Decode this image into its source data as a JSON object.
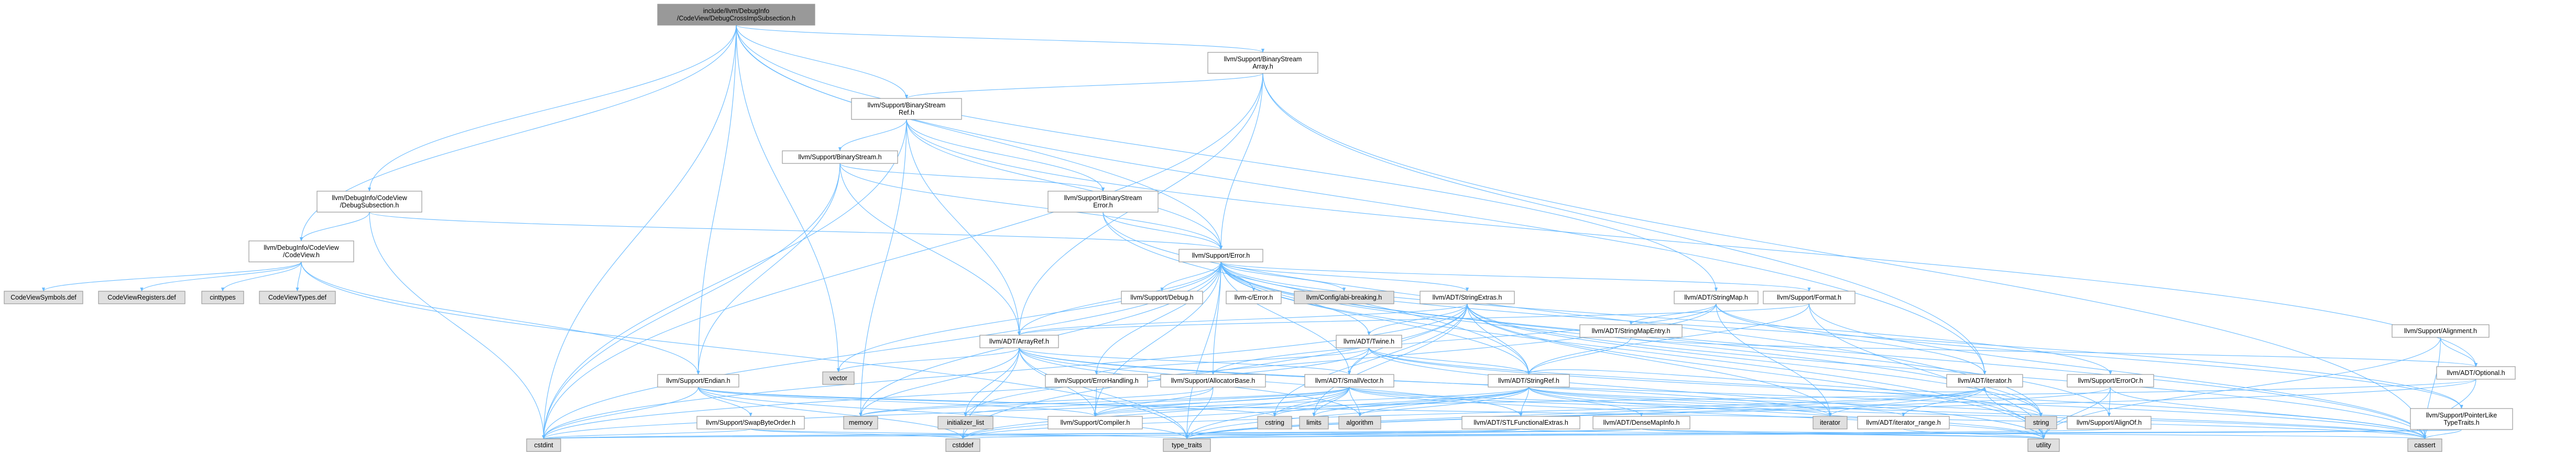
{
  "title": "include/llvm/DebugInfo/CodeView/DebugCrossImpSubsection.h",
  "colors": {
    "root_fill": "#999999",
    "header_fill": "#ffffff",
    "system_fill": "#e0e0e0",
    "red_text": "#ff0000",
    "black_text": "#000000",
    "edge": "#63b8ff",
    "border": "#999999"
  },
  "nodes": [
    {
      "id": "root",
      "lines": [
        "include/llvm/DebugInfo",
        "/CodeView/DebugCrossImpSubsection.h"
      ],
      "style": "root"
    },
    {
      "id": "bsa",
      "lines": [
        "llvm/Support/BinaryStream",
        "Array.h"
      ],
      "style": "white"
    },
    {
      "id": "bsr",
      "lines": [
        "llvm/Support/BinaryStream",
        "Ref.h"
      ],
      "style": "white"
    },
    {
      "id": "bs",
      "lines": [
        "llvm/Support/BinaryStream.h"
      ],
      "style": "red"
    },
    {
      "id": "bse",
      "lines": [
        "llvm/Support/BinaryStream",
        "Error.h"
      ],
      "style": "white"
    },
    {
      "id": "dss",
      "lines": [
        "llvm/DebugInfo/CodeView",
        "/DebugSubsection.h"
      ],
      "style": "white"
    },
    {
      "id": "cv",
      "lines": [
        "llvm/DebugInfo/CodeView",
        "/CodeView.h"
      ],
      "style": "white"
    },
    {
      "id": "cvsym",
      "lines": [
        "CodeViewSymbols.def"
      ],
      "style": "gray"
    },
    {
      "id": "cvreg",
      "lines": [
        "CodeViewRegisters.def"
      ],
      "style": "gray"
    },
    {
      "id": "cinttypes",
      "lines": [
        "cinttypes"
      ],
      "style": "gray"
    },
    {
      "id": "cvtypes",
      "lines": [
        "CodeViewTypes.def"
      ],
      "style": "gray"
    },
    {
      "id": "error",
      "lines": [
        "llvm/Support/Error.h"
      ],
      "style": "red"
    },
    {
      "id": "debug",
      "lines": [
        "llvm/Support/Debug.h"
      ],
      "style": "white"
    },
    {
      "id": "cerror",
      "lines": [
        "llvm-c/Error.h"
      ],
      "style": "red"
    },
    {
      "id": "abibreak",
      "lines": [
        "llvm/Config/abi-breaking.h"
      ],
      "style": "gray"
    },
    {
      "id": "strext",
      "lines": [
        "llvm/ADT/StringExtras.h"
      ],
      "style": "red"
    },
    {
      "id": "format",
      "lines": [
        "llvm/Support/Format.h"
      ],
      "style": "red"
    },
    {
      "id": "strmap",
      "lines": [
        "llvm/ADT/StringMap.h"
      ],
      "style": "white"
    },
    {
      "id": "strmapentry",
      "lines": [
        "llvm/ADT/StringMapEntry.h"
      ],
      "style": "red"
    },
    {
      "id": "align",
      "lines": [
        "llvm/Support/Alignment.h"
      ],
      "style": "red"
    },
    {
      "id": "optional",
      "lines": [
        "llvm/ADT/Optional.h"
      ],
      "style": "red"
    },
    {
      "id": "arrayref",
      "lines": [
        "llvm/ADT/ArrayRef.h"
      ],
      "style": "red"
    },
    {
      "id": "twine",
      "lines": [
        "llvm/ADT/Twine.h"
      ],
      "style": "white"
    },
    {
      "id": "endian",
      "lines": [
        "llvm/Support/Endian.h"
      ],
      "style": "white"
    },
    {
      "id": "vector",
      "lines": [
        "vector"
      ],
      "style": "gray"
    },
    {
      "id": "errhandling",
      "lines": [
        "llvm/Support/ErrorHandling.h"
      ],
      "style": "white"
    },
    {
      "id": "allocbase",
      "lines": [
        "llvm/Support/AllocatorBase.h"
      ],
      "style": "red"
    },
    {
      "id": "smallvec",
      "lines": [
        "llvm/ADT/SmallVector.h"
      ],
      "style": "red"
    },
    {
      "id": "strref",
      "lines": [
        "llvm/ADT/StringRef.h"
      ],
      "style": "white"
    },
    {
      "id": "iterator",
      "lines": [
        "llvm/ADT/iterator.h"
      ],
      "style": "white"
    },
    {
      "id": "errorcxx",
      "lines": [
        "llvm/Support/ErrorOr.h"
      ],
      "style": "red"
    },
    {
      "id": "swapbyte",
      "lines": [
        "llvm/Support/SwapByteOrder.h"
      ],
      "style": "red"
    },
    {
      "id": "compiler",
      "lines": [
        "llvm/Support/Compiler.h"
      ],
      "style": "red"
    },
    {
      "id": "stlfunc",
      "lines": [
        "llvm/ADT/STLFunctionalExtras.h"
      ],
      "style": "red"
    },
    {
      "id": "densemapinfo",
      "lines": [
        "llvm/ADT/DenseMapInfo.h"
      ],
      "style": "red"
    },
    {
      "id": "itrange",
      "lines": [
        "llvm/ADT/iterator_range.h"
      ],
      "style": "white"
    },
    {
      "id": "alignof",
      "lines": [
        "llvm/Support/AlignOf.h"
      ],
      "style": "white"
    },
    {
      "id": "ptrlike",
      "lines": [
        "llvm/Support/PointerLike",
        "TypeTraits.h"
      ],
      "style": "red"
    },
    {
      "id": "memory",
      "lines": [
        "memory"
      ],
      "style": "gray"
    },
    {
      "id": "initlist",
      "lines": [
        "initializer_list"
      ],
      "style": "gray"
    },
    {
      "id": "cstring",
      "lines": [
        "cstring"
      ],
      "style": "gray"
    },
    {
      "id": "limits",
      "lines": [
        "limits"
      ],
      "style": "gray"
    },
    {
      "id": "algorithm",
      "lines": [
        "algorithm"
      ],
      "style": "gray"
    },
    {
      "id": "iteratorstd",
      "lines": [
        "iterator"
      ],
      "style": "gray"
    },
    {
      "id": "string",
      "lines": [
        "string"
      ],
      "style": "gray"
    },
    {
      "id": "cstdint",
      "lines": [
        "cstdint"
      ],
      "style": "gray"
    },
    {
      "id": "cstddef",
      "lines": [
        "cstddef"
      ],
      "style": "gray"
    },
    {
      "id": "typetraits",
      "lines": [
        "type_traits"
      ],
      "style": "gray"
    },
    {
      "id": "utility",
      "lines": [
        "utility"
      ],
      "style": "gray"
    },
    {
      "id": "cassert",
      "lines": [
        "cassert"
      ],
      "style": "gray"
    }
  ],
  "edges": [
    [
      "root",
      "bsa"
    ],
    [
      "root",
      "bsr"
    ],
    [
      "root",
      "error"
    ],
    [
      "root",
      "dss"
    ],
    [
      "root",
      "cv"
    ],
    [
      "root",
      "strmap"
    ],
    [
      "root",
      "endian"
    ],
    [
      "root",
      "cstdint"
    ],
    [
      "root",
      "iterator"
    ],
    [
      "root",
      "vector"
    ],
    [
      "bsa",
      "bsr"
    ],
    [
      "bsa",
      "error"
    ],
    [
      "bsa",
      "arrayref"
    ],
    [
      "bsa",
      "cassert"
    ],
    [
      "bsa",
      "cstdint"
    ],
    [
      "bsa",
      "iterator"
    ],
    [
      "bsr",
      "bs"
    ],
    [
      "bsr",
      "bse"
    ],
    [
      "bsr",
      "error"
    ],
    [
      "bsr",
      "arrayref"
    ],
    [
      "bsr",
      "optional"
    ],
    [
      "bsr",
      "cstdint"
    ],
    [
      "bsr",
      "memory"
    ],
    [
      "bs",
      "arrayref"
    ],
    [
      "bs",
      "bse"
    ],
    [
      "bs",
      "error"
    ],
    [
      "bs",
      "endian"
    ],
    [
      "bs",
      "cstdint"
    ],
    [
      "bse",
      "error"
    ],
    [
      "bse",
      "string"
    ],
    [
      "bse",
      "strref"
    ],
    [
      "dss",
      "cv"
    ],
    [
      "dss",
      "error"
    ],
    [
      "dss",
      "cstdint"
    ],
    [
      "cv",
      "cvsym"
    ],
    [
      "cv",
      "cvreg"
    ],
    [
      "cv",
      "cinttypes"
    ],
    [
      "cv",
      "cvtypes"
    ],
    [
      "cv",
      "endian"
    ],
    [
      "cv",
      "typetraits"
    ],
    [
      "error",
      "debug"
    ],
    [
      "error",
      "cerror"
    ],
    [
      "error",
      "abibreak"
    ],
    [
      "error",
      "strext"
    ],
    [
      "error",
      "format"
    ],
    [
      "error",
      "twine"
    ],
    [
      "error",
      "arrayref"
    ],
    [
      "error",
      "errhandling"
    ],
    [
      "error",
      "allocbase"
    ],
    [
      "error",
      "smallvec"
    ],
    [
      "error",
      "errorcxx"
    ],
    [
      "error",
      "compiler"
    ],
    [
      "error",
      "cassert"
    ],
    [
      "error",
      "cstdint"
    ],
    [
      "error",
      "memory"
    ],
    [
      "error",
      "string"
    ],
    [
      "error",
      "vector"
    ],
    [
      "error",
      "typetraits"
    ],
    [
      "error",
      "utility"
    ],
    [
      "error",
      "strref"
    ],
    [
      "error",
      "alignof"
    ],
    [
      "error",
      "ptrlike"
    ],
    [
      "strext",
      "arrayref"
    ],
    [
      "strext",
      "smallvec"
    ],
    [
      "strext",
      "strref"
    ],
    [
      "strext",
      "twine"
    ],
    [
      "strext",
      "iteratorstd"
    ],
    [
      "strext",
      "cassert"
    ],
    [
      "strext",
      "cstddef"
    ],
    [
      "strext",
      "cstdint"
    ],
    [
      "strext",
      "string"
    ],
    [
      "strext",
      "utility"
    ],
    [
      "strext",
      "cstring"
    ],
    [
      "strext",
      "limits"
    ],
    [
      "format",
      "arrayref"
    ],
    [
      "format",
      "strref"
    ],
    [
      "format",
      "cassert"
    ],
    [
      "format",
      "utility"
    ],
    [
      "strmap",
      "strmapentry"
    ],
    [
      "strmap",
      "iterator"
    ],
    [
      "strmap",
      "allocbase"
    ],
    [
      "strmap",
      "ptrlike"
    ],
    [
      "strmap",
      "initlist"
    ],
    [
      "strmap",
      "iteratorstd"
    ],
    [
      "strmapentry",
      "strref"
    ],
    [
      "strmapentry",
      "optional"
    ],
    [
      "align",
      "optional"
    ],
    [
      "align",
      "cassert"
    ],
    [
      "align",
      "utility"
    ],
    [
      "optional",
      "compiler"
    ],
    [
      "optional",
      "typetraits"
    ],
    [
      "optional",
      "cassert"
    ],
    [
      "arrayref",
      "smallvec"
    ],
    [
      "arrayref",
      "stlfunc"
    ],
    [
      "arrayref",
      "compiler"
    ],
    [
      "arrayref",
      "algorithm"
    ],
    [
      "arrayref",
      "initlist"
    ],
    [
      "arrayref",
      "memory"
    ],
    [
      "arrayref",
      "vector"
    ],
    [
      "arrayref",
      "cassert"
    ],
    [
      "arrayref",
      "cstddef"
    ],
    [
      "arrayref",
      "iteratorstd"
    ],
    [
      "arrayref",
      "typetraits"
    ],
    [
      "twine",
      "smallvec"
    ],
    [
      "twine",
      "strref"
    ],
    [
      "twine",
      "errhandling"
    ],
    [
      "twine",
      "cassert"
    ],
    [
      "twine",
      "cstdint"
    ],
    [
      "twine",
      "string"
    ],
    [
      "twine",
      "utility"
    ],
    [
      "endian",
      "compiler"
    ],
    [
      "endian",
      "swapbyte"
    ],
    [
      "endian",
      "cassert"
    ],
    [
      "endian",
      "cstddef"
    ],
    [
      "endian",
      "cstdint"
    ],
    [
      "endian",
      "cstring"
    ],
    [
      "endian",
      "typetraits"
    ],
    [
      "errhandling",
      "compiler"
    ],
    [
      "allocbase",
      "compiler"
    ],
    [
      "allocbase",
      "memory"
    ],
    [
      "allocbase",
      "typetraits"
    ],
    [
      "smallvec",
      "compiler"
    ],
    [
      "smallvec",
      "typetraits"
    ],
    [
      "smallvec",
      "algorithm"
    ],
    [
      "smallvec",
      "cassert"
    ],
    [
      "smallvec",
      "cstddef"
    ],
    [
      "smallvec",
      "cstdint"
    ],
    [
      "smallvec",
      "cstring"
    ],
    [
      "smallvec",
      "limits"
    ],
    [
      "smallvec",
      "memory"
    ],
    [
      "smallvec",
      "initlist"
    ],
    [
      "smallvec",
      "iteratorstd"
    ],
    [
      "smallvec",
      "utility"
    ],
    [
      "strref",
      "stlfunc"
    ],
    [
      "strref",
      "densemapinfo"
    ],
    [
      "strref",
      "iterator"
    ],
    [
      "strref",
      "compiler"
    ],
    [
      "strref",
      "algorithm"
    ],
    [
      "strref",
      "cassert"
    ],
    [
      "strref",
      "cstddef"
    ],
    [
      "strref",
      "cstring"
    ],
    [
      "strref",
      "limits"
    ],
    [
      "strref",
      "string"
    ],
    [
      "strref",
      "typetraits"
    ],
    [
      "strref",
      "utility"
    ],
    [
      "strref",
      "itrange"
    ],
    [
      "iterator",
      "itrange"
    ],
    [
      "iterator",
      "cstddef"
    ],
    [
      "iterator",
      "iteratorstd"
    ],
    [
      "iterator",
      "typetraits"
    ],
    [
      "iterator",
      "utility"
    ],
    [
      "errorcxx",
      "alignof"
    ],
    [
      "errorcxx",
      "cassert"
    ],
    [
      "errorcxx",
      "typetraits"
    ],
    [
      "errorcxx",
      "utility"
    ],
    [
      "swapbyte",
      "cstddef"
    ],
    [
      "swapbyte",
      "cstdint"
    ],
    [
      "swapbyte",
      "typetraits"
    ],
    [
      "stlfunc",
      "cstdint"
    ],
    [
      "stlfunc",
      "typetraits"
    ],
    [
      "stlfunc",
      "utility"
    ],
    [
      "densemapinfo",
      "cassert"
    ],
    [
      "densemapinfo",
      "cstddef"
    ],
    [
      "densemapinfo",
      "cstdint"
    ],
    [
      "densemapinfo",
      "utility"
    ],
    [
      "itrange",
      "utility"
    ],
    [
      "alignof",
      "typetraits"
    ],
    [
      "ptrlike",
      "cassert"
    ],
    [
      "ptrlike",
      "cstdint"
    ],
    [
      "ptrlike",
      "typetraits"
    ]
  ]
}
